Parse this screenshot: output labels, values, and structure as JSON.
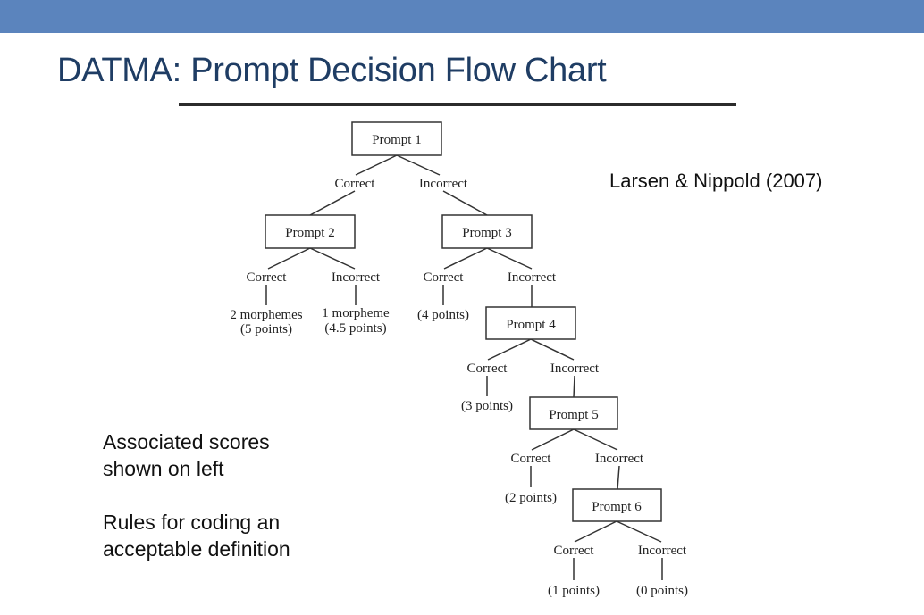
{
  "header": {
    "bar_color": "#5b84bd"
  },
  "title": "DATMA: Prompt Decision Flow Chart",
  "citation": "Larsen & Nippold (2007)",
  "notes": {
    "scores_line1": "Associated scores",
    "scores_line2": "shown on left",
    "rules_line1": "Rules for coding an",
    "rules_line2": "acceptable definition"
  },
  "flowchart": {
    "prompt1": "Prompt 1",
    "prompt2": "Prompt 2",
    "prompt3": "Prompt 3",
    "prompt4": "Prompt 4",
    "prompt5": "Prompt 5",
    "prompt6": "Prompt 6",
    "correct": "Correct",
    "incorrect": "Incorrect",
    "p2_correct_outcome": "2 morphemes",
    "p2_correct_points": "(5 points)",
    "p2_incorrect_outcome": "1 morpheme",
    "p2_incorrect_points": "(4.5 points)",
    "p3_correct_points": "(4 points)",
    "p4_correct_points": "(3 points)",
    "p5_correct_points": "(2 points)",
    "p6_correct_points": "(1 points)",
    "p6_incorrect_points": "(0 points)"
  }
}
